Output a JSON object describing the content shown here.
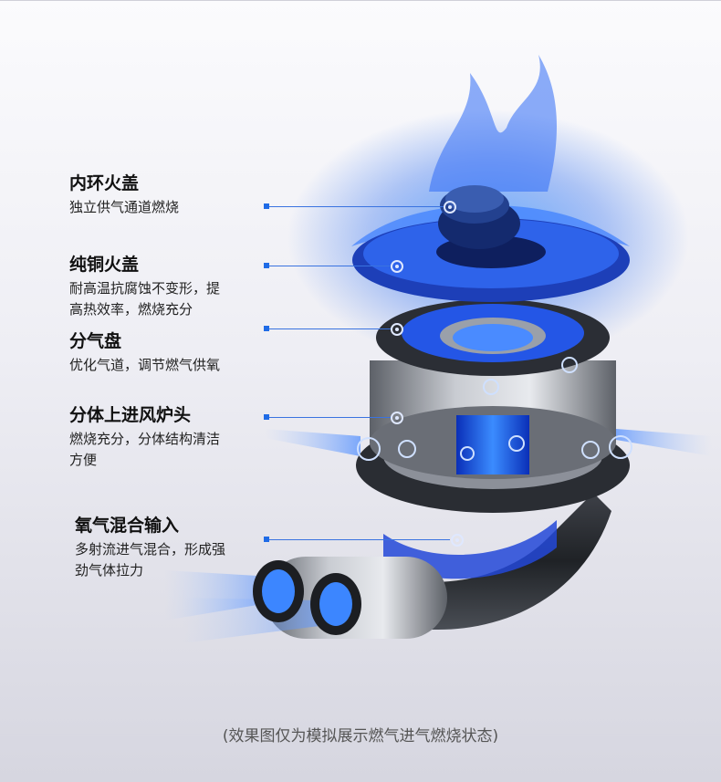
{
  "labels": [
    {
      "title": "内环火盖",
      "desc": [
        "独立供气通道燃烧"
      ]
    },
    {
      "title": "纯铜火盖",
      "desc": [
        "耐高温抗腐蚀不变形，提",
        "高热效率，燃烧充分"
      ]
    },
    {
      "title": "分气盘",
      "desc": [
        "优化气道，调节燃气供氧"
      ]
    },
    {
      "title": "分体上进风炉头",
      "desc": [
        "燃烧充分，分体结构清洁",
        "方便"
      ]
    },
    {
      "title": "氧气混合输入",
      "desc": [
        "多射流进气混合，形成强",
        "劲气体拉力"
      ]
    }
  ],
  "caption": "(效果图仅为模拟展示燃气进气燃烧状态)",
  "colors": {
    "flame_blue": "#1f6be6",
    "connector": "#3a73e0",
    "metal": "#9aa0aa"
  }
}
